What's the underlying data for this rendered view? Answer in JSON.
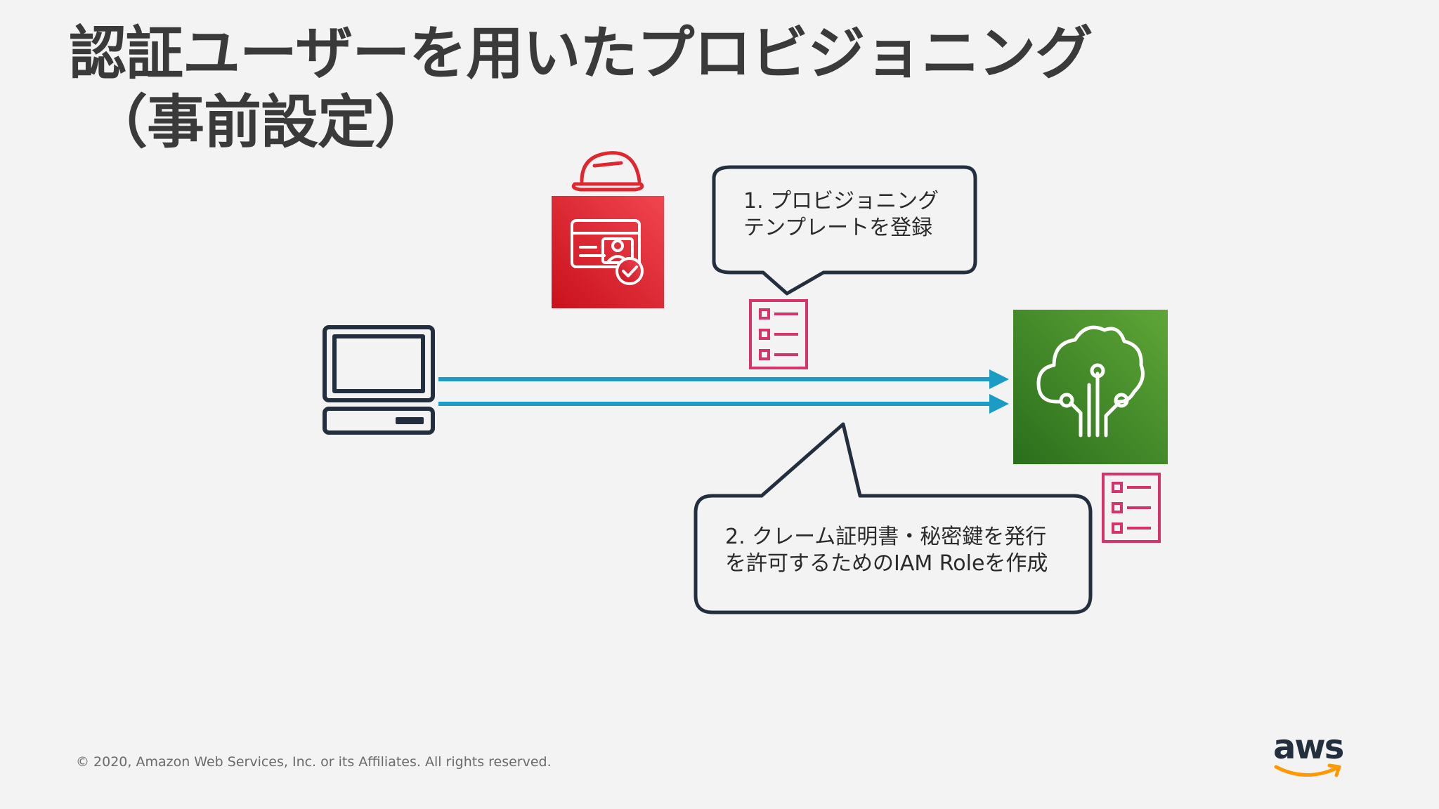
{
  "slide": {
    "title_line1": "認証ユーザーを用いたプロビジョニング",
    "title_line2": "（事前設定）",
    "bubble1": {
      "line1": "1. プロビジョニング",
      "line2": "テンプレートを登録"
    },
    "bubble2": {
      "line1": "2. クレーム証明書・秘密鍵を発行",
      "line2": "を許可するためのIAM Roleを作成"
    },
    "footer": "© 2020, Amazon Web Services, Inc. or its Affiliates. All rights reserved.",
    "logo_text": "aws"
  },
  "colors": {
    "background": "#f3f3f3",
    "arrow": "#1a9cc4",
    "iam_red": "#e0262f",
    "iot_green": "#3c8a2e",
    "doc_pink": "#d6336c",
    "laptop_dark": "#232f3e",
    "aws_orange": "#ff9900"
  },
  "icons": [
    "authenticated-user-icon",
    "laptop-icon",
    "template-document-icon",
    "iot-core-icon",
    "iam-role-document-icon"
  ]
}
